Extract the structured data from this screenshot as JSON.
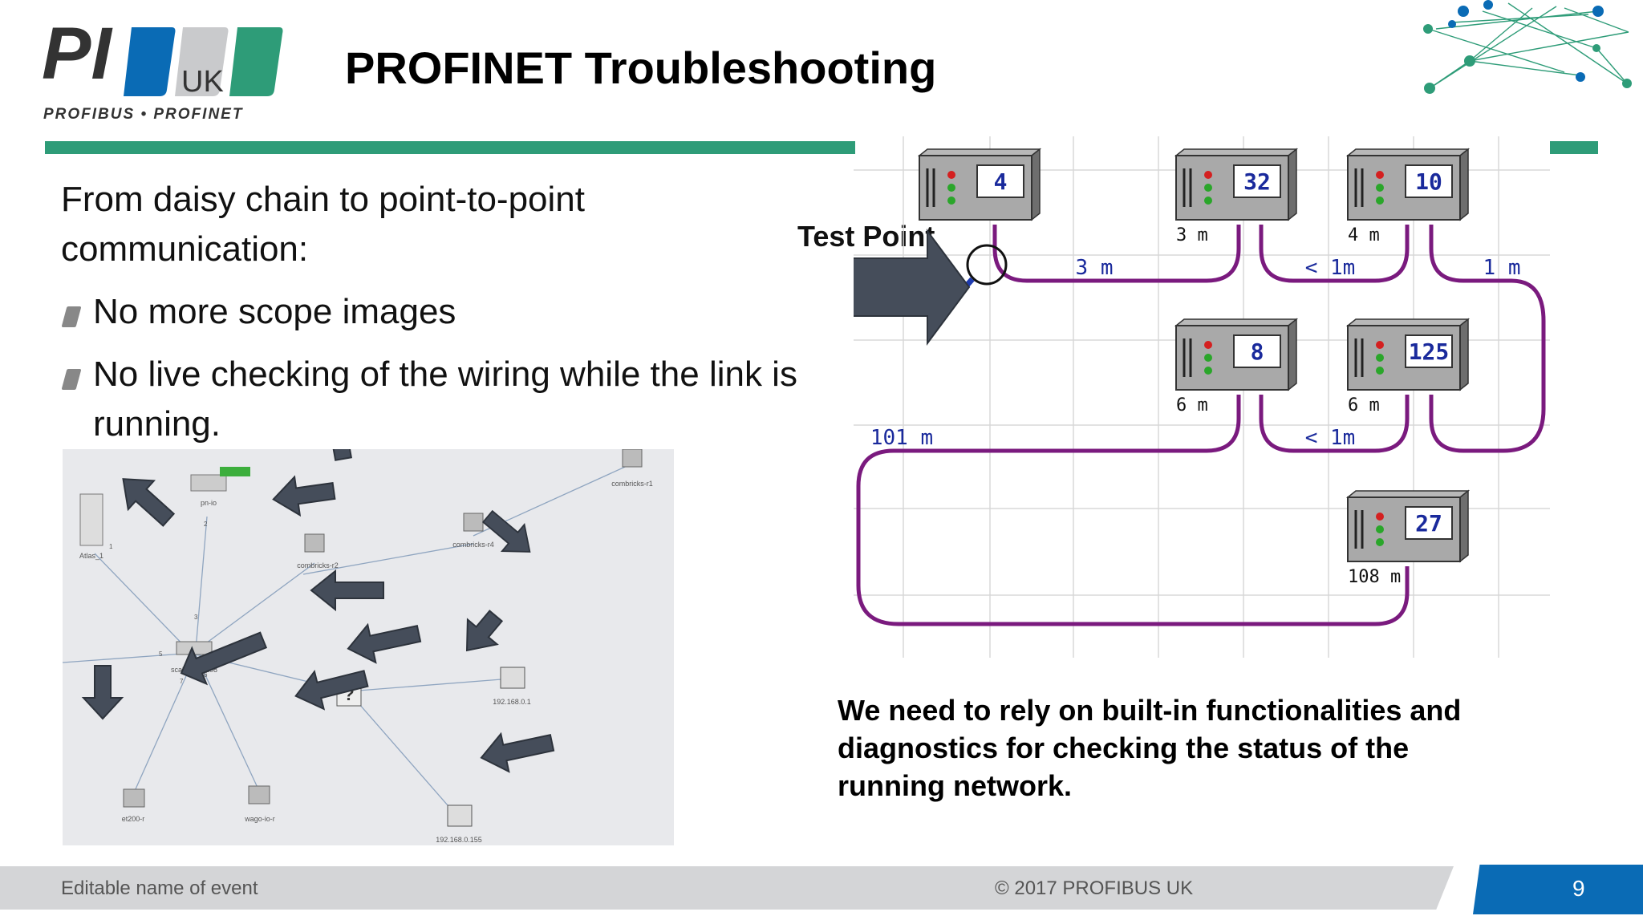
{
  "logo": {
    "letters": "PI",
    "uk": "UK",
    "subtitle": "PROFIBUS • PROFINET",
    "colors": {
      "dark": "#333333",
      "blue": "#0a6bb5",
      "grey": "#c9cacc",
      "green": "#2e9c78"
    }
  },
  "title": "PROFINET Troubleshooting",
  "intro": "From daisy chain to point-to-point communication:",
  "bullets": [
    "No more scope images",
    "No live checking of the wiring while the link is running."
  ],
  "topology": {
    "devices": [
      {
        "label": "Atlas_1",
        "icon": "switch-icon"
      },
      {
        "label": "pn-io",
        "icon": "io-device-icon"
      },
      {
        "label": "combricks-r2",
        "icon": "io-device-icon"
      },
      {
        "label": "combricks-r4",
        "icon": "io-device-icon"
      },
      {
        "label": "combricks-r1",
        "icon": "io-device-icon"
      },
      {
        "label": "scalance-x208",
        "icon": "switch-icon"
      },
      {
        "label": "?",
        "icon": "unknown-device-icon"
      },
      {
        "label": "192.168.0.1",
        "icon": "pc-icon"
      },
      {
        "label": "et200-r",
        "icon": "io-device-icon"
      },
      {
        "label": "wago-io-r",
        "icon": "io-device-icon"
      },
      {
        "label": "192.168.0.155",
        "icon": "pc-icon"
      }
    ],
    "port_numbers": [
      "1",
      "2",
      "3",
      "4",
      "5",
      "6",
      "7",
      "8"
    ]
  },
  "ring": {
    "test_point_label": "Test Point",
    "nodes": [
      {
        "id": "4",
        "cable": ""
      },
      {
        "id": "32",
        "cable": "3 m"
      },
      {
        "id": "10",
        "cable": "4 m"
      },
      {
        "id": "8",
        "cable": "6 m"
      },
      {
        "id": "125",
        "cable": "6 m"
      },
      {
        "id": "27",
        "cable": "108 m"
      }
    ],
    "segments": [
      "3 m",
      "< 1m",
      "1 m",
      "101 m",
      "< 1m"
    ],
    "colors": {
      "cable": "#7a1a7e",
      "device_text": "#1a2a9c",
      "grid": "#d8d8d8"
    }
  },
  "note": "We need to rely on built-in functionalities and diagnostics for checking the status of the running network.",
  "footer": {
    "event": "Editable name of event",
    "copyright": "© 2017   PROFIBUS UK",
    "page": "9"
  }
}
